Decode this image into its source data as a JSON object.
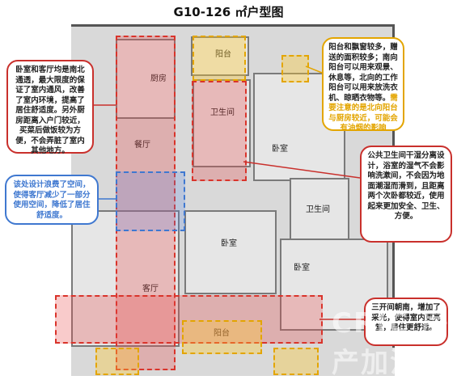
{
  "title": "G10-126 ㎡户型图",
  "rooms": {
    "kitchen": "厨房",
    "balcony_top": "阳台",
    "bath_main": "卫生间",
    "dining": "餐厅",
    "bedroom_right": "卧室",
    "bath_second": "卫生间",
    "bedroom_mid": "卧室",
    "bedroom_br": "卧室",
    "living": "客厅",
    "balcony_bottom": "阳台"
  },
  "notes": {
    "left": "卧室和客厅均是南北通透，最大限度的保证了室内通风，改善了室内环境，提高了居住舒适度。另外厨房距离入户门较近，买菜后做饭较为方便，不会弄脏了室内其他地方。",
    "blue": "该处设计浪费了空间，使得客厅减少了一部分使用空间，降低了居住舒适度。",
    "top_right": "阳台和飘窗较多，赠送的面积较多；南向阳台可以用来观景、休息等，北向的工作阳台可以用来放洗衣机、晾晒衣物等。",
    "top_right_highlight": "需要注意的是北向阳台与厨房较近，可能会有油烟的影响",
    "mid_right": "公共卫生间干湿分离设计，浴室的湿气不会影响洗漱间，不会因为地面潮湿而滑到，且距离两个次卧都较近，使用起来更加安全、卫生、方便。",
    "bottom_right": "三开间朝南，增加了采光，使得室内更亮堂，居住更舒适。"
  },
  "watermark": "CRIC 房产加油"
}
